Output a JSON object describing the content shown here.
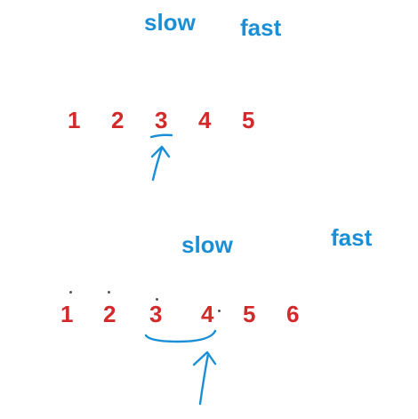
{
  "top_example": {
    "slow_label": "slow",
    "fast_label": "fast",
    "numbers": [
      "1",
      "2",
      "3",
      "4",
      "5"
    ]
  },
  "bottom_example": {
    "slow_label": "slow",
    "fast_label": "fast",
    "numbers": [
      "1",
      "2",
      "3",
      "4",
      "5",
      "6"
    ]
  },
  "colors": {
    "label": "#1a8fd6",
    "number": "#d22a2a",
    "annotation": "#1a8fd6"
  }
}
